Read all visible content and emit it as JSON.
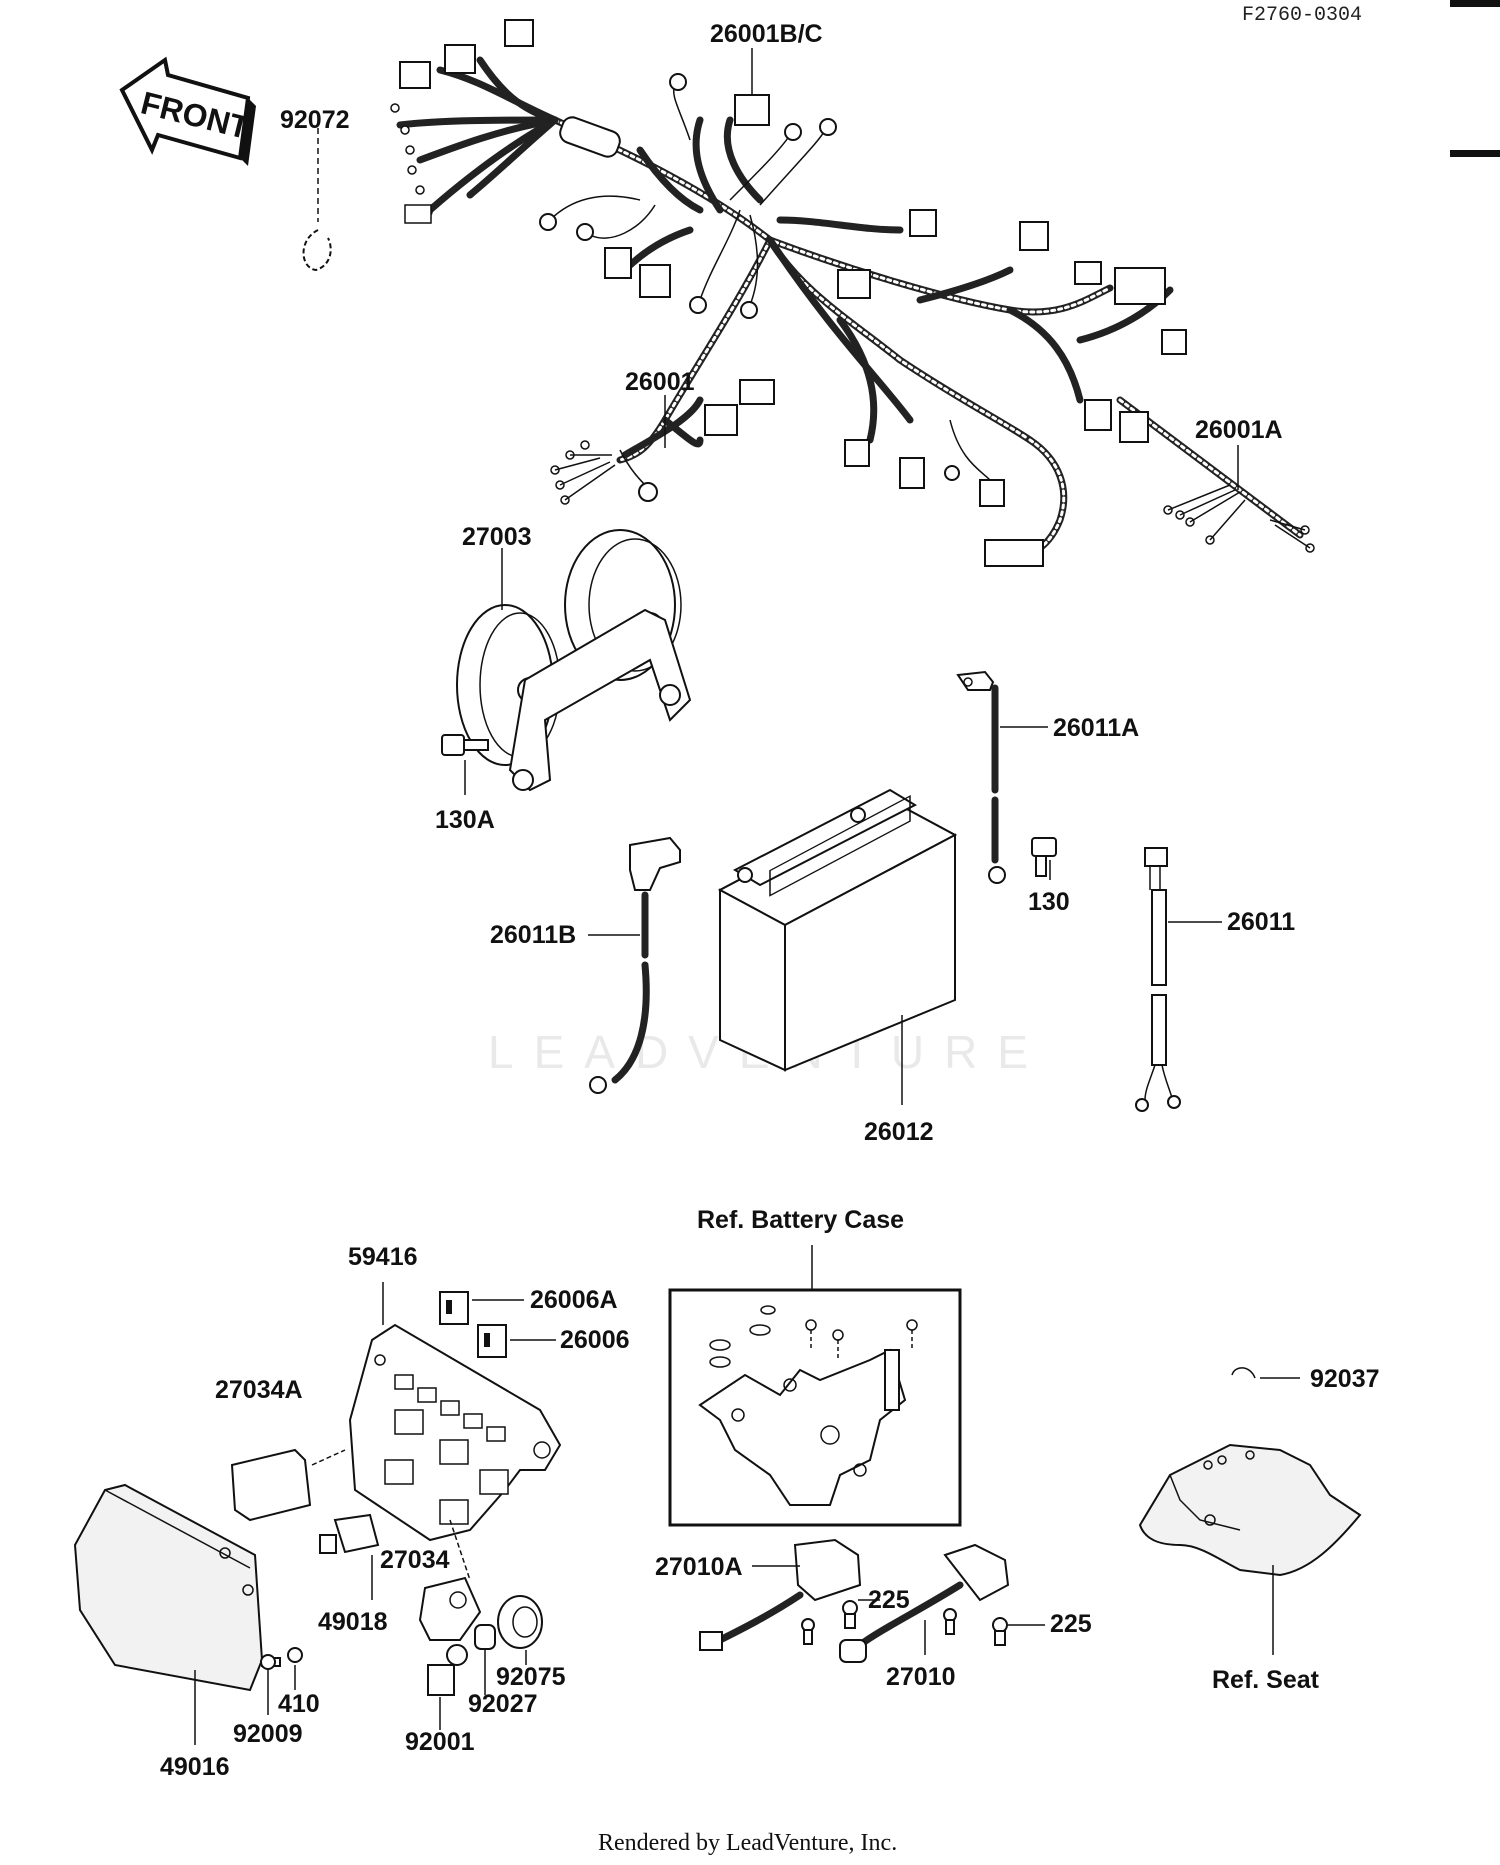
{
  "header": {
    "code": "F2760-0304"
  },
  "front_arrow": {
    "label": "FRONT"
  },
  "watermark": {
    "text": "LEADVENTURE"
  },
  "footer": {
    "credit": "Rendered by LeadVenture, Inc."
  },
  "callouts": {
    "c92072": "92072",
    "c26001BC": "26001B/C",
    "c26001": "26001",
    "c26001A": "26001A",
    "c27003": "27003",
    "c130A": "130A",
    "c26011A": "26011A",
    "c130": "130",
    "c26011B": "26011B",
    "c26011": "26011",
    "c26012": "26012",
    "c59416": "59416",
    "c26006A": "26006A",
    "c26006": "26006",
    "c27034A": "27034A",
    "c27034": "27034",
    "c49018": "49018",
    "c92075": "92075",
    "c92027": "92027",
    "c92001": "92001",
    "c410": "410",
    "c92009": "92009",
    "c49016": "49016",
    "c27010A": "27010A",
    "c225a": "225",
    "c225b": "225",
    "c27010": "27010",
    "c92037": "92037"
  },
  "references": {
    "battery_case": "Ref. Battery Case",
    "seat": "Ref. Seat"
  }
}
